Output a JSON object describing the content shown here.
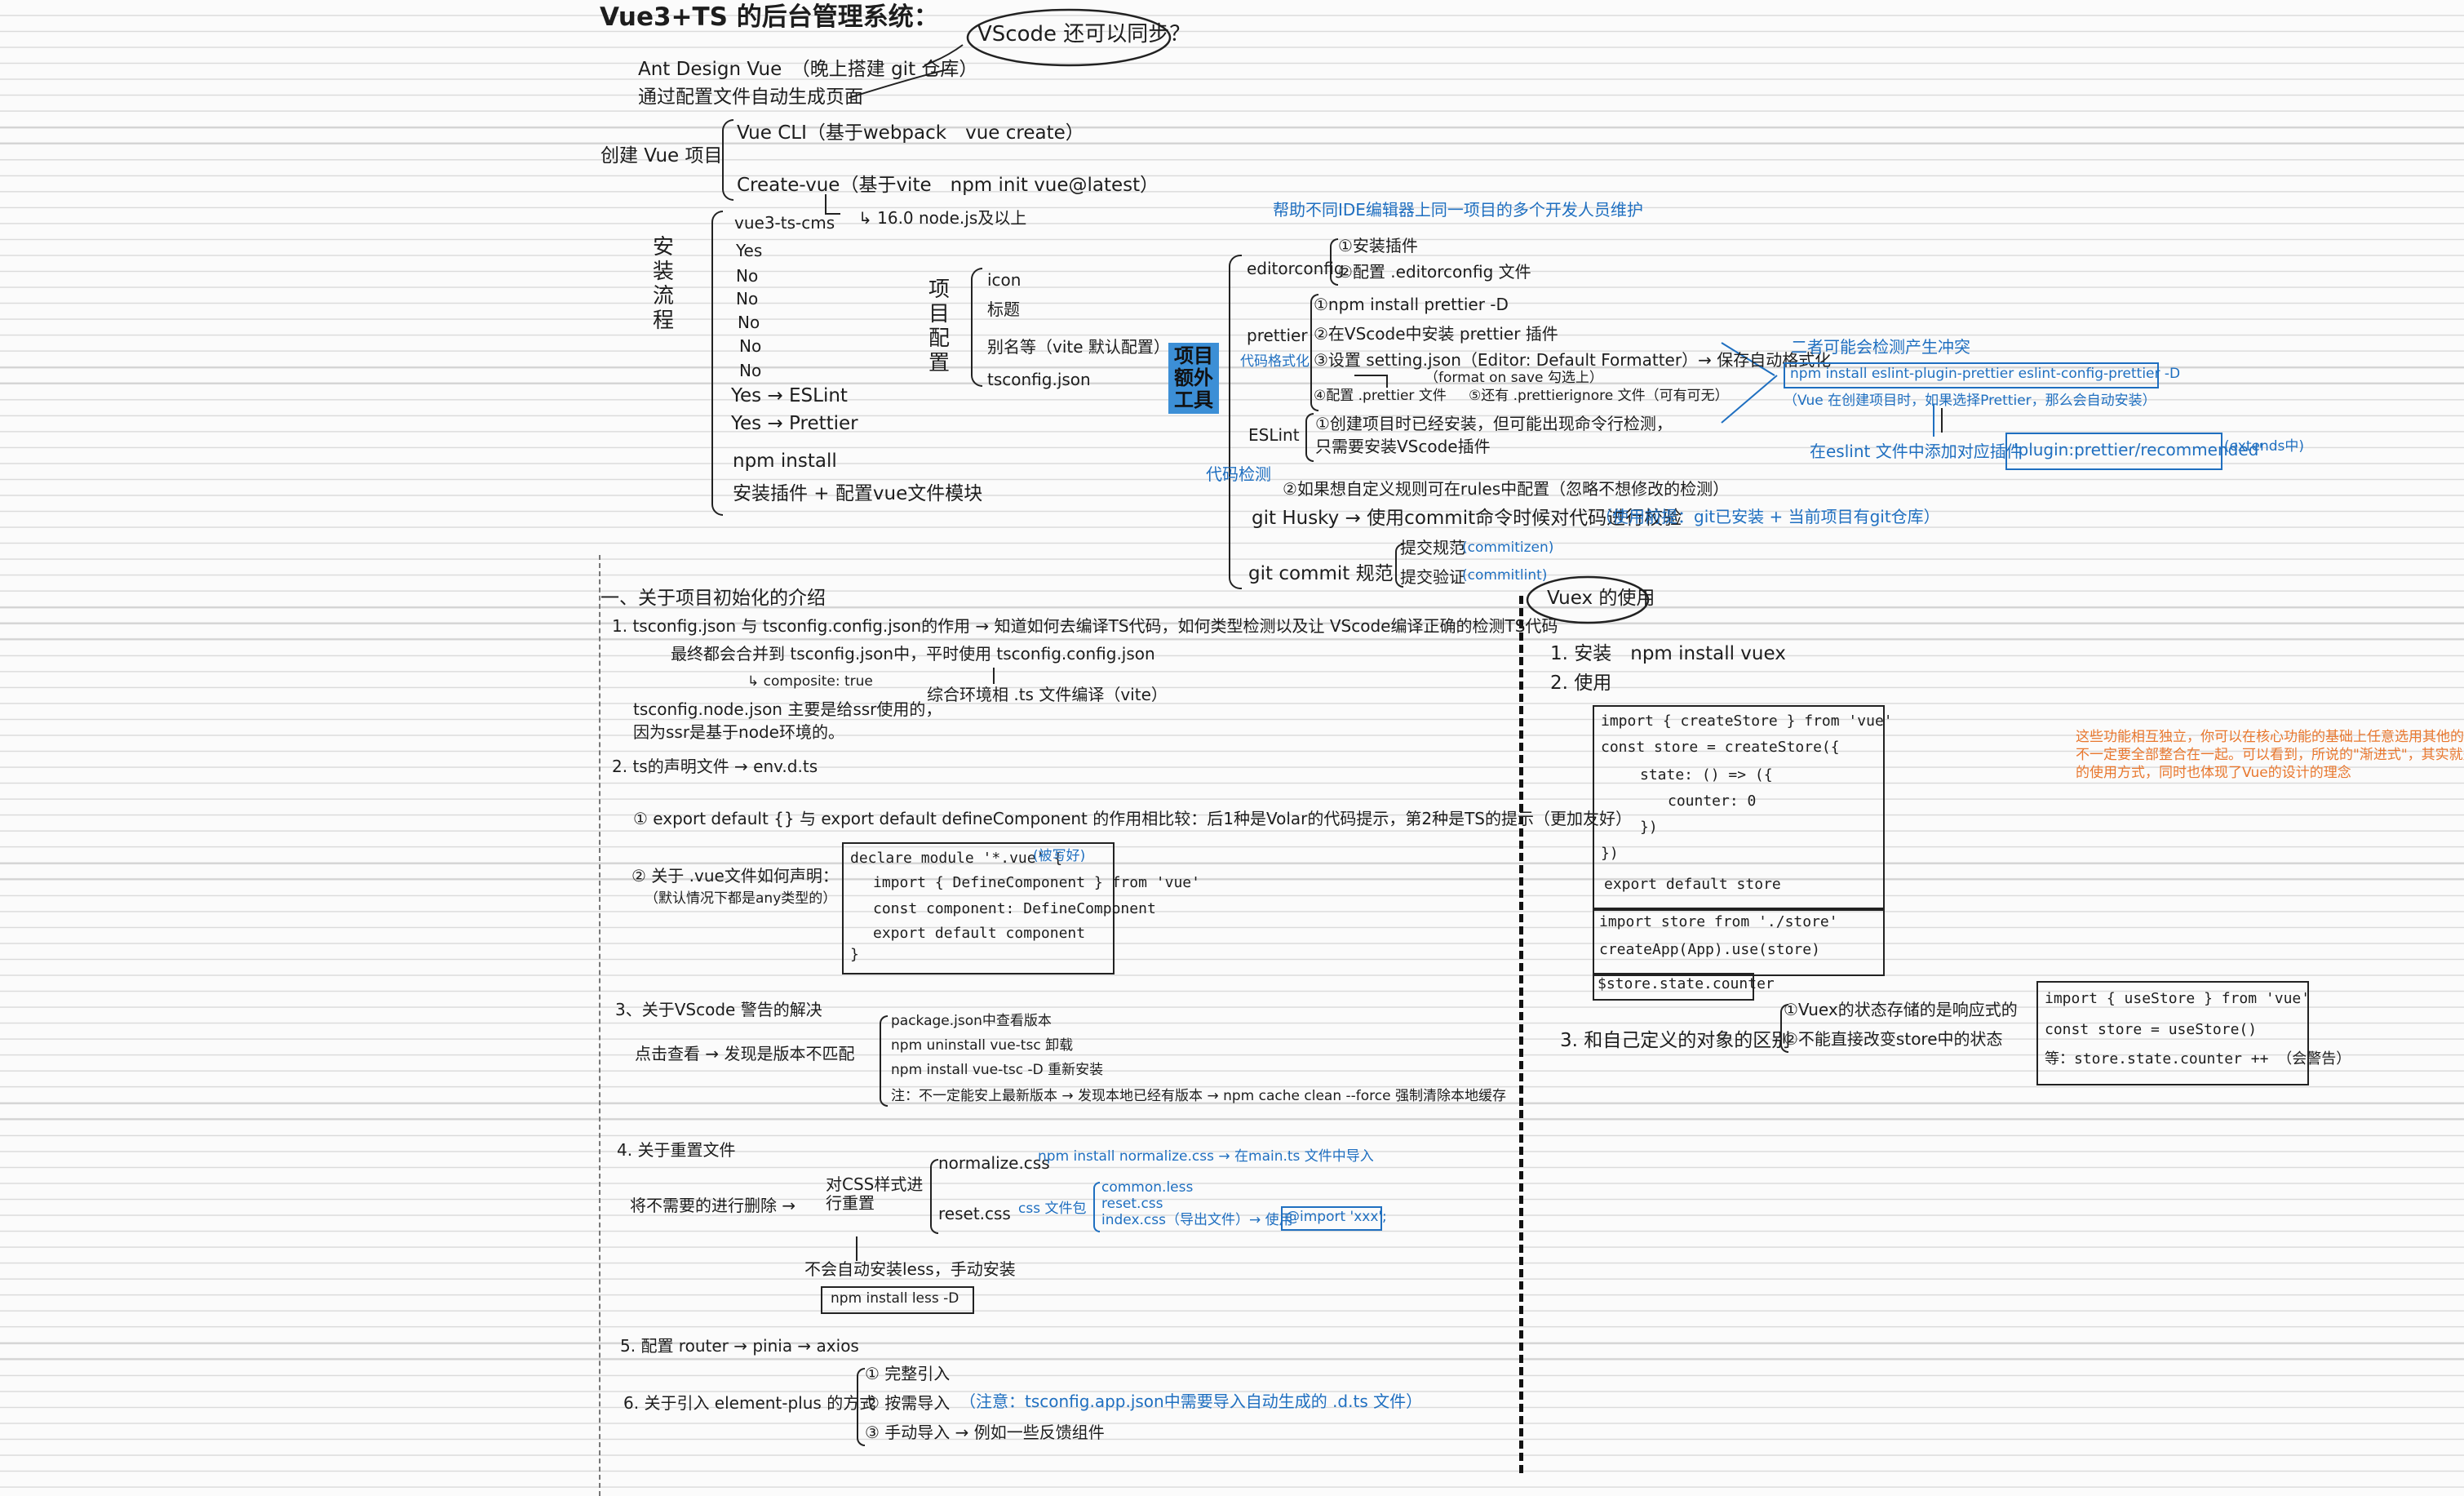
{
  "title": "Vue3+TS 的后台管理系统：",
  "bubble": "VScode 还可以同步？",
  "antd": "Ant Design Vue　（晚上搭建 git 仓库）",
  "antd_sub": "通过配置文件自动生成页面",
  "create": {
    "label": "创建 Vue 项目",
    "opt1": "Vue CLI（基于webpack　vue create）",
    "opt2": "Create-vue（基于vite　npm init vue@latest）"
  },
  "install": {
    "label": "安装流程",
    "items": [
      "vue3-ts-cms",
      "Yes",
      "No",
      "No",
      "No",
      "No",
      "No",
      "Yes → ESLint",
      "Yes → Prettier",
      "npm install",
      "安装插件 + 配置vue文件模块"
    ],
    "node_note": "↳ 16.0 node.js及以上"
  },
  "proj_config": {
    "label": "项目配置",
    "items": [
      "icon",
      "标题",
      "别名等（vite 默认配置）",
      "tsconfig.json"
    ]
  },
  "extra_tools": {
    "label": "项目额外工具",
    "top_note": "帮助不同IDE编辑器上同一项目的多个开发人员维护",
    "editorconfig": "editorconfig",
    "ec_items": [
      "①安装插件",
      "②配置 .editorconfig 文件"
    ],
    "prettier": "prettier",
    "pr_items": [
      "①npm install prettier -D",
      "②在VScode中安装 prettier 插件",
      "③设置 setting.json（Editor: Default Formatter）→ 保存自动格式化",
      "（format on save 勾选上）",
      "④配置 .prettier 文件",
      "⑤还有 .prettierignore 文件（可有可无）"
    ],
    "pr_note": "代码格式化",
    "eslint": "ESLint",
    "es_items": [
      "①创建项目时已经安装，但可能出现命令行检测，",
      "只需要安装VScode插件",
      "②如果想自定义规则可在rules中配置（忽略不想修改的检测）"
    ],
    "es_note": "代码检测",
    "conflict_title": "二者可能会检测产生冲突",
    "conflict_cmd": "npm install eslint-plugin-prettier eslint-config-prettier -D",
    "conflict_note": "（Vue 在创建项目时，如果选择Prettier，那么会自动安装）",
    "conflict_extends_label": "在eslint 文件中添加对应插件",
    "conflict_extends": "'plugin:prettier/recommended'",
    "conflict_extends_note": "(extends中)",
    "husky": "git Husky → 使用commit命令时候对代码进行校验",
    "husky_note": "（使用前提：git已安装 + 当前项目有git仓库）",
    "commit": "git commit 规范",
    "commit_items": [
      "提交规范",
      "提交验证"
    ],
    "commit_notes": [
      "(commitizen)",
      "(commitlint)"
    ]
  },
  "section_intro": {
    "title": "一、关于项目初始化的介绍",
    "p1": "1. tsconfig.json 与 tsconfig.config.json的作用 → 知道如何去编译TS代码，如何类型检测以及让 VScode编译正确的检测TS代码",
    "p1b": "最终都会合并到 tsconfig.json中，平时使用 tsconfig.config.json",
    "p1c": "↳ composite: true",
    "p1d": "综合环境相 .ts 文件编译（vite）",
    "p1e": "tsconfig.node.json 主要是给ssr使用的，",
    "p1f": "因为ssr是基于node环境的。",
    "p2": "2. ts的声明文件 → env.d.ts",
    "p2a": "① export default {} 与 export default defineComponent 的作用相比较：后1种是Volar的代码提示，第2种是TS的提示（更加友好）",
    "p2b": "② 关于 .vue文件如何声明：",
    "p2c": "（默认情况下都是any类型的）",
    "code_lines": [
      "declare module '*.vue' {",
      "import { DefineComponent } from 'vue'",
      "const component: DefineComponent",
      "export default component",
      "}"
    ],
    "code_note": "(被写好)",
    "p3": "3、关于VScode 警告的解决",
    "p3a": "点击查看 → 发现是版本不匹配",
    "p3_items": [
      "package.json中查看版本",
      "npm uninstall vue-tsc 卸载",
      "npm install vue-tsc -D 重新安装",
      "注：不一定能安上最新版本 → 发现本地已经有版本 → npm cache clean --force 强制清除本地缓存"
    ],
    "p4": "4. 关于重置文件",
    "p4a": "将不需要的进行删除 →",
    "p4b": "对CSS样式进行重置",
    "p4_normalize": "normalize.css",
    "p4_normalize_note": "npm install normalize.css → 在main.ts 文件中导入",
    "p4_reset": "reset.css",
    "p4_reset_note": "css 文件包",
    "p4_files": [
      "common.less",
      "reset.css",
      "index.css（导出文件）→ 使用"
    ],
    "p4_import": "@import 'xxx';",
    "p4_less": "不会自动安装less，手动安装",
    "p4_less_cmd": "npm install less -D",
    "p5": "5. 配置 router → pinia → axios",
    "p6": "6. 关于引入 element-plus 的方式",
    "p6_items": [
      "① 完整引入",
      "② 按需导入",
      "③ 手动导入 → 例如一些反馈组件"
    ],
    "p6_note": "（注意：tsconfig.app.json中需要导入自动生成的 .d.ts 文件）"
  },
  "vuex": {
    "title": "Vuex 的使用",
    "s1": "1. 安装　npm install vuex",
    "s2": "2. 使用",
    "code1": [
      "import { createStore } from 'vue'",
      "const store = createStore({",
      "state: () => ({",
      "counter: 0",
      "})",
      "})",
      "export default store"
    ],
    "code2": [
      "import store from './store'",
      "createApp(App).use(store)"
    ],
    "code3": "$store.state.counter",
    "s3": "3. 和自己定义的对象的区别",
    "s3_items": [
      "①Vuex的状态存储的是响应式的",
      "②不能直接改变store中的状态"
    ],
    "code4": [
      "import { useStore } from 'vue'",
      "const store = useStore()",
      "等：store.state.counter ++ （会警告）"
    ]
  },
  "note": [
    "这些功能相互独立，你可以在核心功能的基础上任意选用其他的部件，",
    "不一定要全部整合在一起。可以看到，所说的\"渐进式\"，其实就是Vue",
    "的使用方式，同时也体现了Vue的设计的理念"
  ],
  "colors": {
    "ink": "#1d1d1d",
    "blue": "#1f6fc0",
    "orange": "#e8772e",
    "highlight": "#3c8fd6",
    "paper": "#fbfbfb"
  }
}
